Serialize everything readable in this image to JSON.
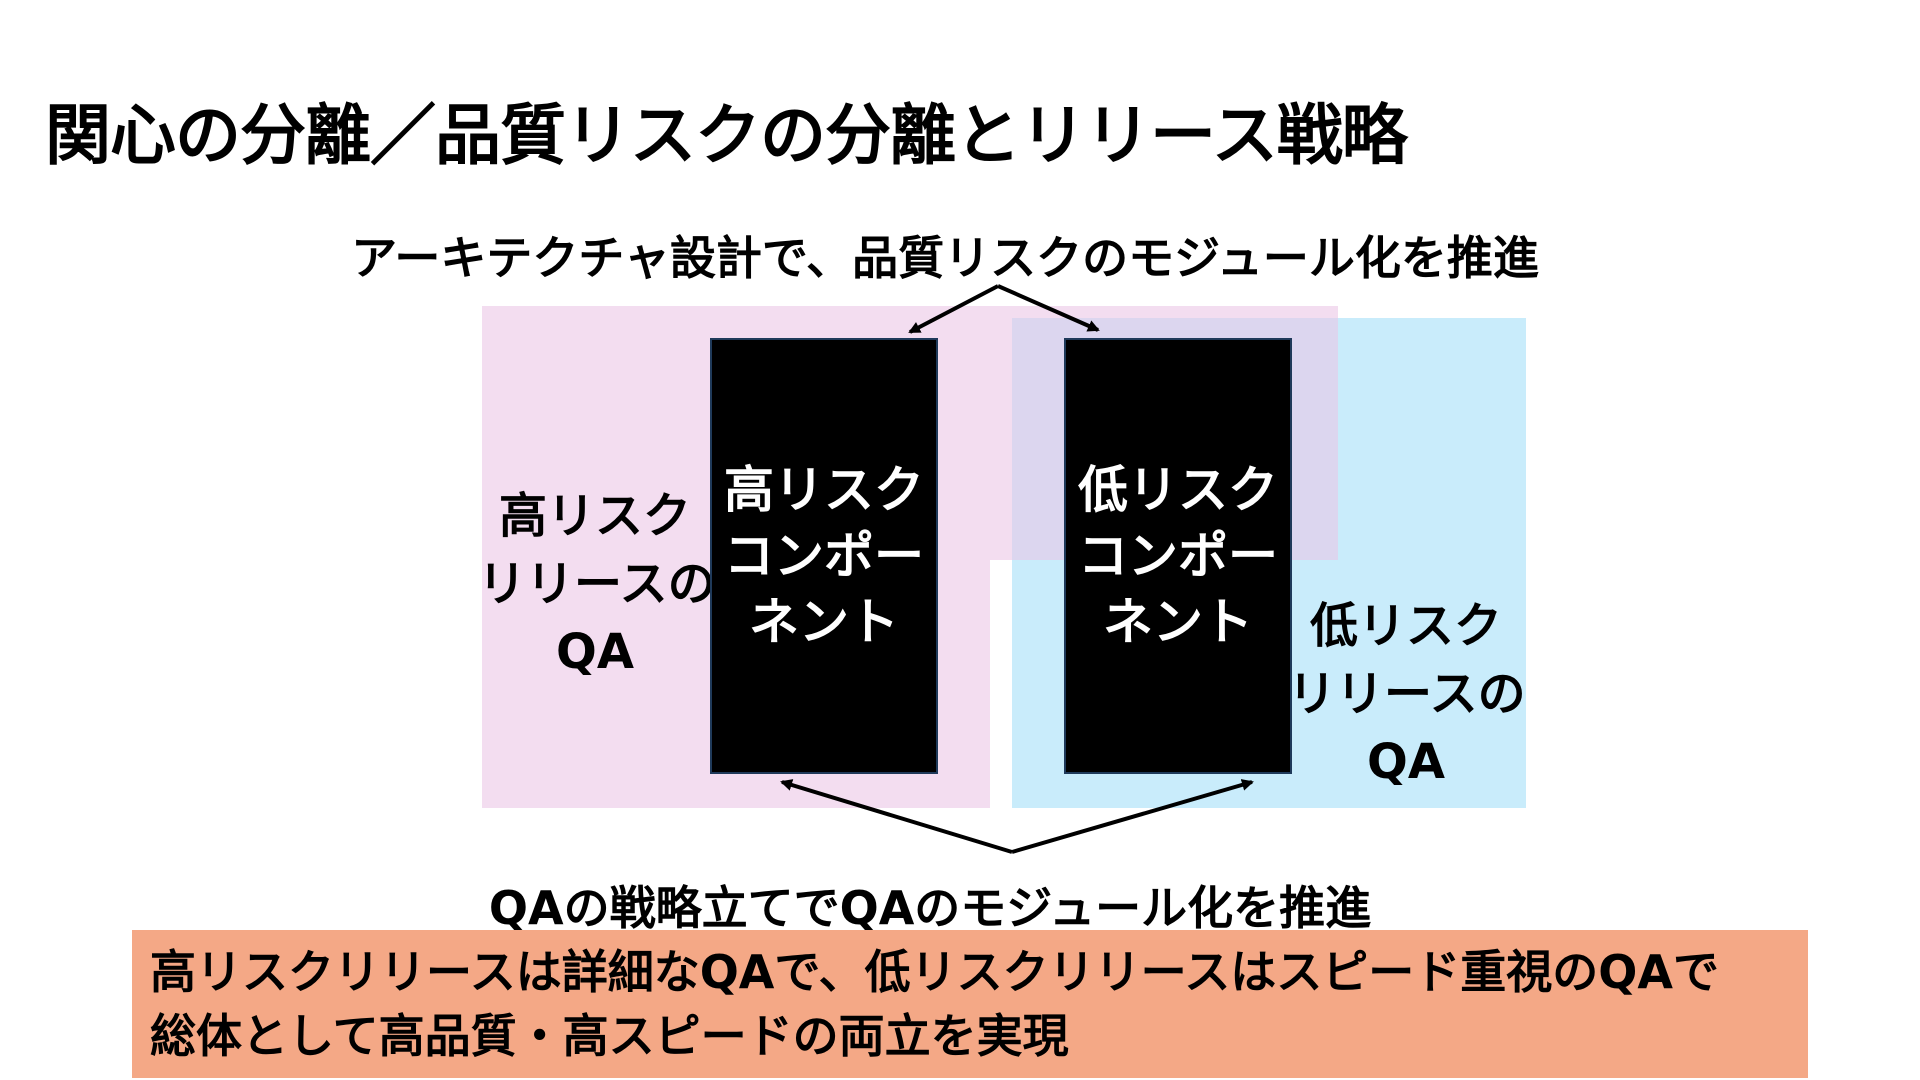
{
  "title": "関心の分離／品質リスクの分離とリリース戦略",
  "top_text": "アーキテクチャ設計で、品質リスクのモジュール化を推進",
  "bottom_text": "QAの戦略立てでQAのモジュール化を推進",
  "components": {
    "high": [
      "高リスク",
      "コンポー",
      "ネント"
    ],
    "low": [
      "低リスク",
      "コンポー",
      "ネント"
    ]
  },
  "qa_labels": {
    "high": [
      "高リスク",
      "リリースの",
      "QA"
    ],
    "low": [
      "低リスク",
      "リリースの",
      "QA"
    ]
  },
  "summary": {
    "line1": "高リスクリリースは詳細なQAで、低リスクリリースはスピード重視のQAで",
    "line2": "総体として高品質・高スピードの両立を実現"
  },
  "colors": {
    "high_zone": "#f3ddf0",
    "low_zone": "#c9ecfb",
    "overlap_zone": "#dcd6ef",
    "component_fill": "#000000",
    "summary_fill": "#f4a886"
  }
}
